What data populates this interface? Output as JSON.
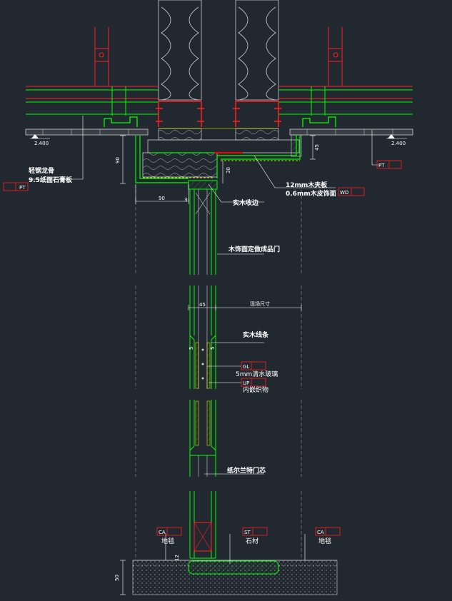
{
  "colors": {
    "background": "#212830",
    "green": "#00ff00",
    "red": "#ff0000",
    "white": "#ffffff",
    "grey": "#9a9a9a",
    "yellow": "#ffff00"
  },
  "levels": {
    "left": "2.400",
    "right": "2.400"
  },
  "labels": {
    "light_steel_keel": "轻钢龙骨",
    "gypsum_board": "9.5纸面石膏板",
    "veneer_12mm": "12mm木夹板",
    "veneer_06mm": "0.6mm木皮饰面",
    "solid_wood_edge": "实木收边",
    "wood_door": "木饰面定做成品门",
    "solid_wood_strip": "实木线条",
    "clear_glass": "5mm清水玻璃",
    "inner_fabric": "内嵌织物",
    "honeycomb_core": "纸尔兰特门芯",
    "floor_left": "地毯",
    "floor_mid": "石材",
    "floor_right": "地毯",
    "site_dimension": "现场尺寸"
  },
  "tags": {
    "pt_left": "PT",
    "pt_right": "PT",
    "wd": "WD",
    "gl": "GL",
    "up": "UP",
    "ca_left": "CA",
    "st": "ST",
    "ca_right": "CA"
  },
  "dimensions": {
    "d90_vertical": "90",
    "d90_horizontal": "90",
    "d30": "30",
    "d45_right": "45",
    "d3": "3",
    "d45_door": "45",
    "d5_left": "5",
    "d5_right": "5",
    "d50_floor": "50",
    "d12": "12"
  }
}
